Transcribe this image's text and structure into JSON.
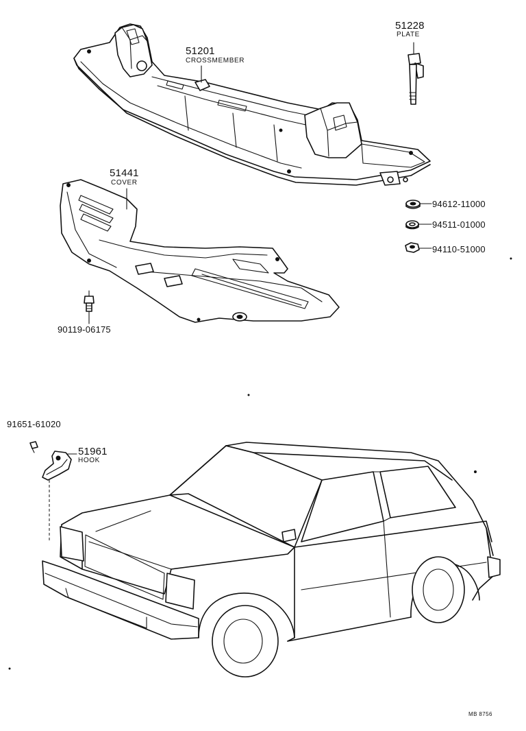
{
  "parts": {
    "p51228": {
      "number": "51228",
      "name": "PLATE"
    },
    "p51201": {
      "number": "51201",
      "name": "CROSSMEMBER"
    },
    "p51441": {
      "number": "51441",
      "name": "COVER"
    },
    "p94612": {
      "number": "94612-11000"
    },
    "p94511": {
      "number": "94511-01000"
    },
    "p94110": {
      "number": "94110-51000"
    },
    "p90119": {
      "number": "90119-06175"
    },
    "p91651": {
      "number": "91651-61020"
    },
    "p51961": {
      "number": "51961",
      "name": "HOOK"
    }
  },
  "figure_ref": "MB 8756"
}
